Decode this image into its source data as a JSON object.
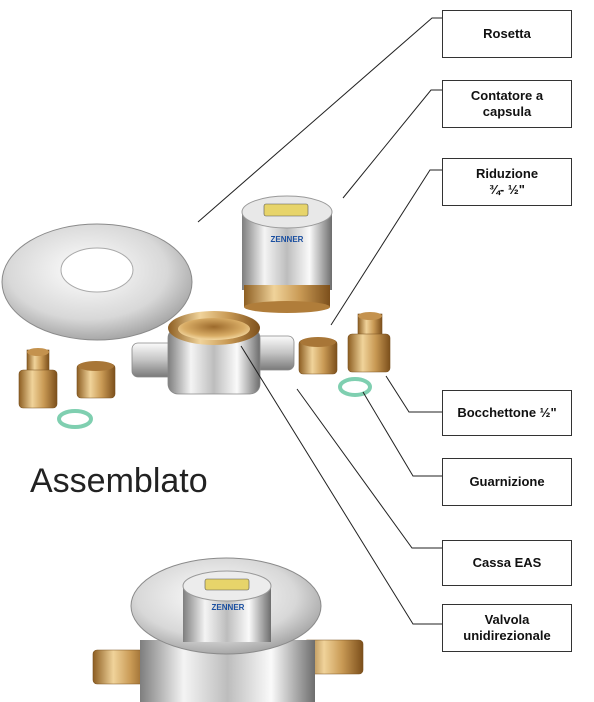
{
  "labels": {
    "rosetta": "Rosetta",
    "contatore": "Contatore a\ncapsula",
    "riduzione": "Riduzione\n¾- ½\"",
    "bocchettone": "Bocchettone ½\"",
    "guarnizione": "Guarnizione",
    "cassa": "Cassa EAS",
    "valvola": "Valvola\nunidirezionale"
  },
  "assembled_title": "Assemblato",
  "brand_text": "ZENNER",
  "colors": {
    "chrome_light": "#f2f2f2",
    "chrome_dark": "#8a8a8a",
    "brass_light": "#e8c58a",
    "brass_dark": "#9a6a2a",
    "gasket": "#7fcfb0",
    "display_yellow": "#e7d46a",
    "brand_blue": "#1b4fa0",
    "leader_line": "#222222"
  }
}
